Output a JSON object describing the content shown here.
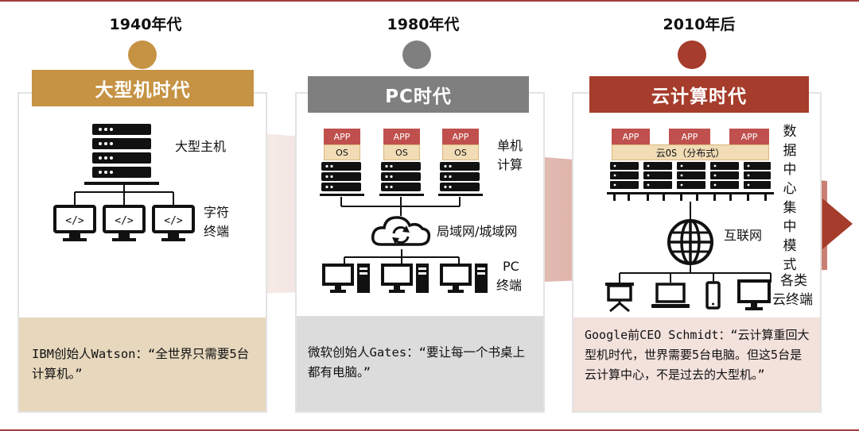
{
  "eras": [
    {
      "year": "1940年代",
      "title": "大型机时代",
      "dot_color": "#c69244",
      "banner_color": "#c69244",
      "quote_bg": "#e6d7bd",
      "labels": {
        "host": "大型主机",
        "terminal": "字符终端"
      },
      "quote": "IBM创始人Watson：“全世界只需要5台计算机。”"
    },
    {
      "year": "1980年代",
      "title": "PC时代",
      "dot_color": "#7f7f7f",
      "banner_color": "#7f7f7f",
      "quote_bg": "#dcdcdc",
      "app_label": "APP",
      "os_label": "OS",
      "labels": {
        "compute": "单机计算",
        "network": "局域网/城域网",
        "pc": "PC",
        "terminal": "终端"
      },
      "quote": "微软创始人Gates：“要让每一个书桌上都有电脑。”"
    },
    {
      "year": "2010年后",
      "title": "云计算时代",
      "dot_color": "#a63c2b",
      "banner_color": "#a63c2b",
      "quote_bg": "#f3e1dc",
      "app_label": "APP",
      "cloud_os_label": "云OS（分布式）",
      "labels": {
        "datacenter": "数据中心集中模式",
        "internet": "互联网",
        "clients": "各类",
        "cloud_terminal": "云终端"
      },
      "quote": "Google前CEO Schmidt：“云计算重回大型机时代，世界需要5台电脑。但这5台是云计算中心，不是过去的大型机。”"
    }
  ],
  "colors": {
    "rule": "#a33b3b",
    "icon": "#111111",
    "flow_light": "#efe1dd",
    "flow_mid": "#d8b0a6",
    "flow_dark": "#a63c2b"
  }
}
